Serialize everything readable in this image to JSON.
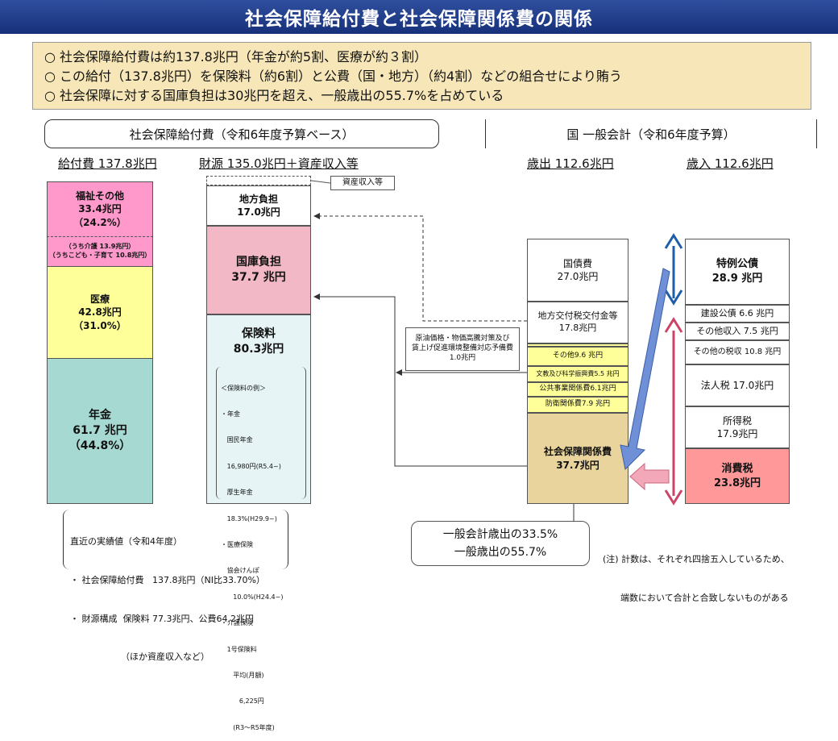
{
  "title": "社会保障給付費と社会保障関係費の関係",
  "summary": [
    "○  社会保障給付費は約137.8兆円（年金が約5割、医療が約３割）",
    "○  この給付（137.8兆円）を保険料（約6割）と公費（国・地方）（約4割）などの組合せにより賄う",
    "○  社会保障に対する国庫負担は30兆円を超え、一般歳出の55.7%を占めている"
  ],
  "left_section": {
    "title": "社会保障給付費（令和6年度予算ベース）",
    "benefits": {
      "header": "給付費  137.8兆円",
      "welfare": {
        "label": "福祉その他",
        "value": "33.4兆円",
        "pct": "（24.2%）"
      },
      "welfare_note1": "（うち介護 13.9兆円）",
      "welfare_note2": "（うちこども・子育て 10.8兆円）",
      "medical": {
        "label": "医療",
        "value": "42.8兆円",
        "pct": "（31.0%）"
      },
      "pension": {
        "label": "年金",
        "value": "61.7 兆円",
        "pct": "（44.8%）"
      }
    },
    "funding": {
      "header": "財源  135.0兆円＋資産収入等",
      "asset_label": "資産収入等",
      "local": {
        "label": "地方負担",
        "value": "17.0兆円"
      },
      "national": {
        "label": "国庫負担",
        "value": "37.7 兆円"
      },
      "premium": {
        "label": "保険料",
        "value": "80.3兆円"
      },
      "premium_examples": [
        "＜保険料の例＞",
        "・年金",
        "   国民年金",
        "   16,980円(R5.4~)",
        "   厚生年金",
        "   18.3%(H29.9~)",
        "・医療保険",
        "   協会けんぽ",
        "      10.0%(H24.4~)",
        "・介護保険",
        "   1号保険料",
        "      平均(月額)",
        "         6,225円",
        "      (R3～R5年度)"
      ]
    },
    "actual": {
      "lines": [
        "直近の実績値（令和4年度）",
        "・ 社会保障給付費   137.8兆円（NI比33.70%）",
        "・ 財源構成  保険料 77.3兆円、公費64.2兆円",
        "                  （ほか資産収入など）"
      ]
    }
  },
  "right_section": {
    "title": "国   一般会計（令和6年度予算）",
    "expenditure": {
      "header": "歳出  112.6兆円",
      "items": {
        "debt": {
          "label": "国債費",
          "value": "27.0兆円"
        },
        "local_tax": {
          "label": "地方交付税交付金等",
          "value": "17.8兆円"
        },
        "other": "その他9.6 兆円",
        "education": "文教及び科学振興費5.5  兆円",
        "public_works": "公共事業関係費6.1兆円",
        "defense": "防衛関係費7.9 兆円",
        "social": {
          "label": "社会保障関係費",
          "value": "37.7兆円"
        }
      }
    },
    "reserve_note": [
      "原油価格・物価高騰対策及び",
      "賃上げ促進環境整備対応予備費",
      "1.0兆円"
    ],
    "revenue": {
      "header": "歳入  112.6兆円",
      "special_bond": {
        "label": "特例公債",
        "value": "28.9 兆円"
      },
      "construction_bond": "建設公債 6.6 兆円",
      "other_income": "その他収入  7.5 兆円",
      "other_tax": "その他の税収 10.8 兆円",
      "corporate_tax": "法人税 17.0兆円",
      "income_tax": {
        "label": "所得税",
        "value": "17.9兆円"
      },
      "consumption_tax": {
        "label": "消費税",
        "value": "23.8兆円"
      }
    },
    "share_box": [
      "一般会計歳出の33.5%",
      "一般歳出の55.7%"
    ],
    "footnote": [
      "(注) 計数は、それぞれ四捨五入しているため、",
      "端数において合計と合致しないものがある"
    ]
  },
  "colors": {
    "title_bg": "#1f3c8c",
    "summary_bg": "#f7e7b8",
    "welfare": "#ff99cc",
    "medical": "#ffff99",
    "pension": "#a6d9d2",
    "national_burden": "#f2b8c6",
    "premium": "#e6f4f5",
    "social_security": "#e8d49c",
    "consumption_tax": "#ff9999",
    "blue_arrow": "#1f5fa8",
    "red_arrow": "#cc4466"
  }
}
